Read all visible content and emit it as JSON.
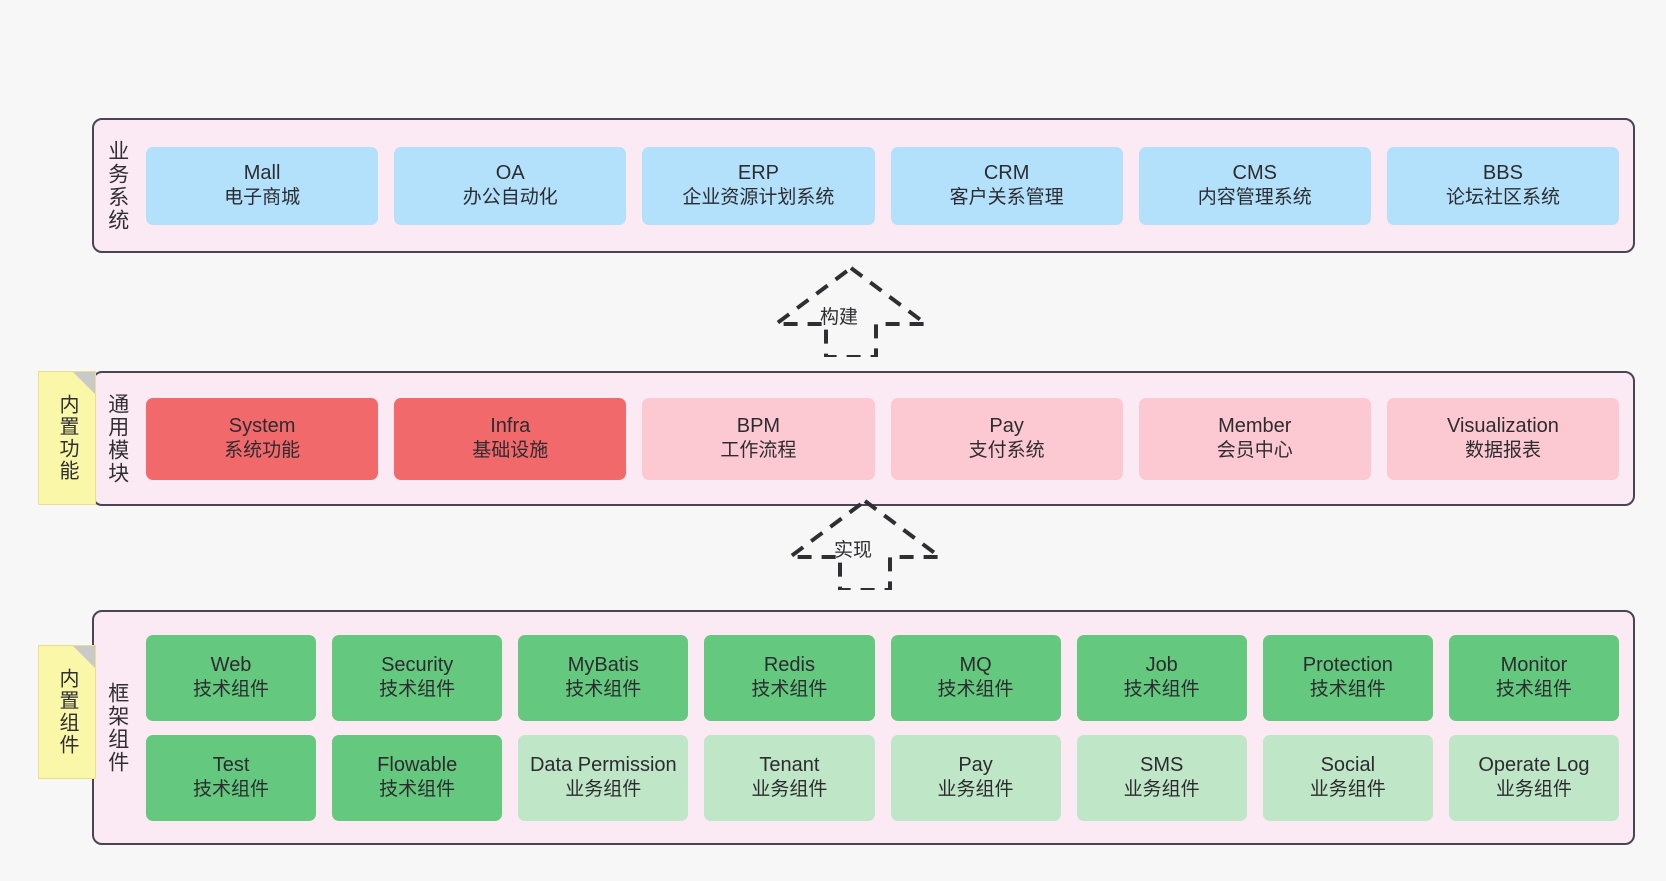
{
  "diagram": {
    "background_color": "#f7f7f7",
    "layer_fill": "#fbeaf4",
    "layer_border": "#4a4453",
    "sticky_color": "#fbf7a8"
  },
  "layers": [
    {
      "id": "business",
      "title": "业务系统",
      "color": "#b3e1fb",
      "rows": [
        {
          "cells": [
            {
              "en": "Mall",
              "cn": "电子商城",
              "style": "c-blue"
            },
            {
              "en": "OA",
              "cn": "办公自动化",
              "style": "c-blue"
            },
            {
              "en": "ERP",
              "cn": "企业资源计划系统",
              "style": "c-blue"
            },
            {
              "en": "CRM",
              "cn": "客户关系管理",
              "style": "c-blue"
            },
            {
              "en": "CMS",
              "cn": "内容管理系统",
              "style": "c-blue"
            },
            {
              "en": "BBS",
              "cn": "论坛社区系统",
              "style": "c-blue"
            }
          ]
        }
      ]
    },
    {
      "id": "common",
      "title": "通用模块",
      "sticky": "内置功能",
      "rows": [
        {
          "cells": [
            {
              "en": "System",
              "cn": "系统功能",
              "style": "c-red"
            },
            {
              "en": "Infra",
              "cn": "基础设施",
              "style": "c-red"
            },
            {
              "en": "BPM",
              "cn": "工作流程",
              "style": "c-pink"
            },
            {
              "en": "Pay",
              "cn": "支付系统",
              "style": "c-pink"
            },
            {
              "en": "Member",
              "cn": "会员中心",
              "style": "c-pink"
            },
            {
              "en": "Visualization",
              "cn": "数据报表",
              "style": "c-pink"
            }
          ]
        }
      ]
    },
    {
      "id": "framework",
      "title": "框架组件",
      "sticky": "内置组件",
      "rows": [
        {
          "cells": [
            {
              "en": "Web",
              "cn": "技术组件",
              "style": "c-green"
            },
            {
              "en": "Security",
              "cn": "技术组件",
              "style": "c-green"
            },
            {
              "en": "MyBatis",
              "cn": "技术组件",
              "style": "c-green"
            },
            {
              "en": "Redis",
              "cn": "技术组件",
              "style": "c-green"
            },
            {
              "en": "MQ",
              "cn": "技术组件",
              "style": "c-green"
            },
            {
              "en": "Job",
              "cn": "技术组件",
              "style": "c-green"
            },
            {
              "en": "Protection",
              "cn": "技术组件",
              "style": "c-green"
            },
            {
              "en": "Monitor",
              "cn": "技术组件",
              "style": "c-green"
            }
          ]
        },
        {
          "cells": [
            {
              "en": "Test",
              "cn": "技术组件",
              "style": "c-green"
            },
            {
              "en": "Flowable",
              "cn": "技术组件",
              "style": "c-green"
            },
            {
              "en": "Data Permission",
              "cn": "业务组件",
              "style": "c-lightgrn"
            },
            {
              "en": "Tenant",
              "cn": "业务组件",
              "style": "c-lightgrn"
            },
            {
              "en": "Pay",
              "cn": "业务组件",
              "style": "c-lightgrn"
            },
            {
              "en": "SMS",
              "cn": "业务组件",
              "style": "c-lightgrn"
            },
            {
              "en": "Social",
              "cn": "业务组件",
              "style": "c-lightgrn"
            },
            {
              "en": "Operate Log",
              "cn": "业务组件",
              "style": "c-lightgrn"
            }
          ]
        }
      ]
    }
  ],
  "connectors": [
    {
      "id": "build",
      "label": "构建",
      "from": "common",
      "to": "business"
    },
    {
      "id": "impl",
      "label": "实现",
      "from": "framework",
      "to": "common"
    }
  ]
}
